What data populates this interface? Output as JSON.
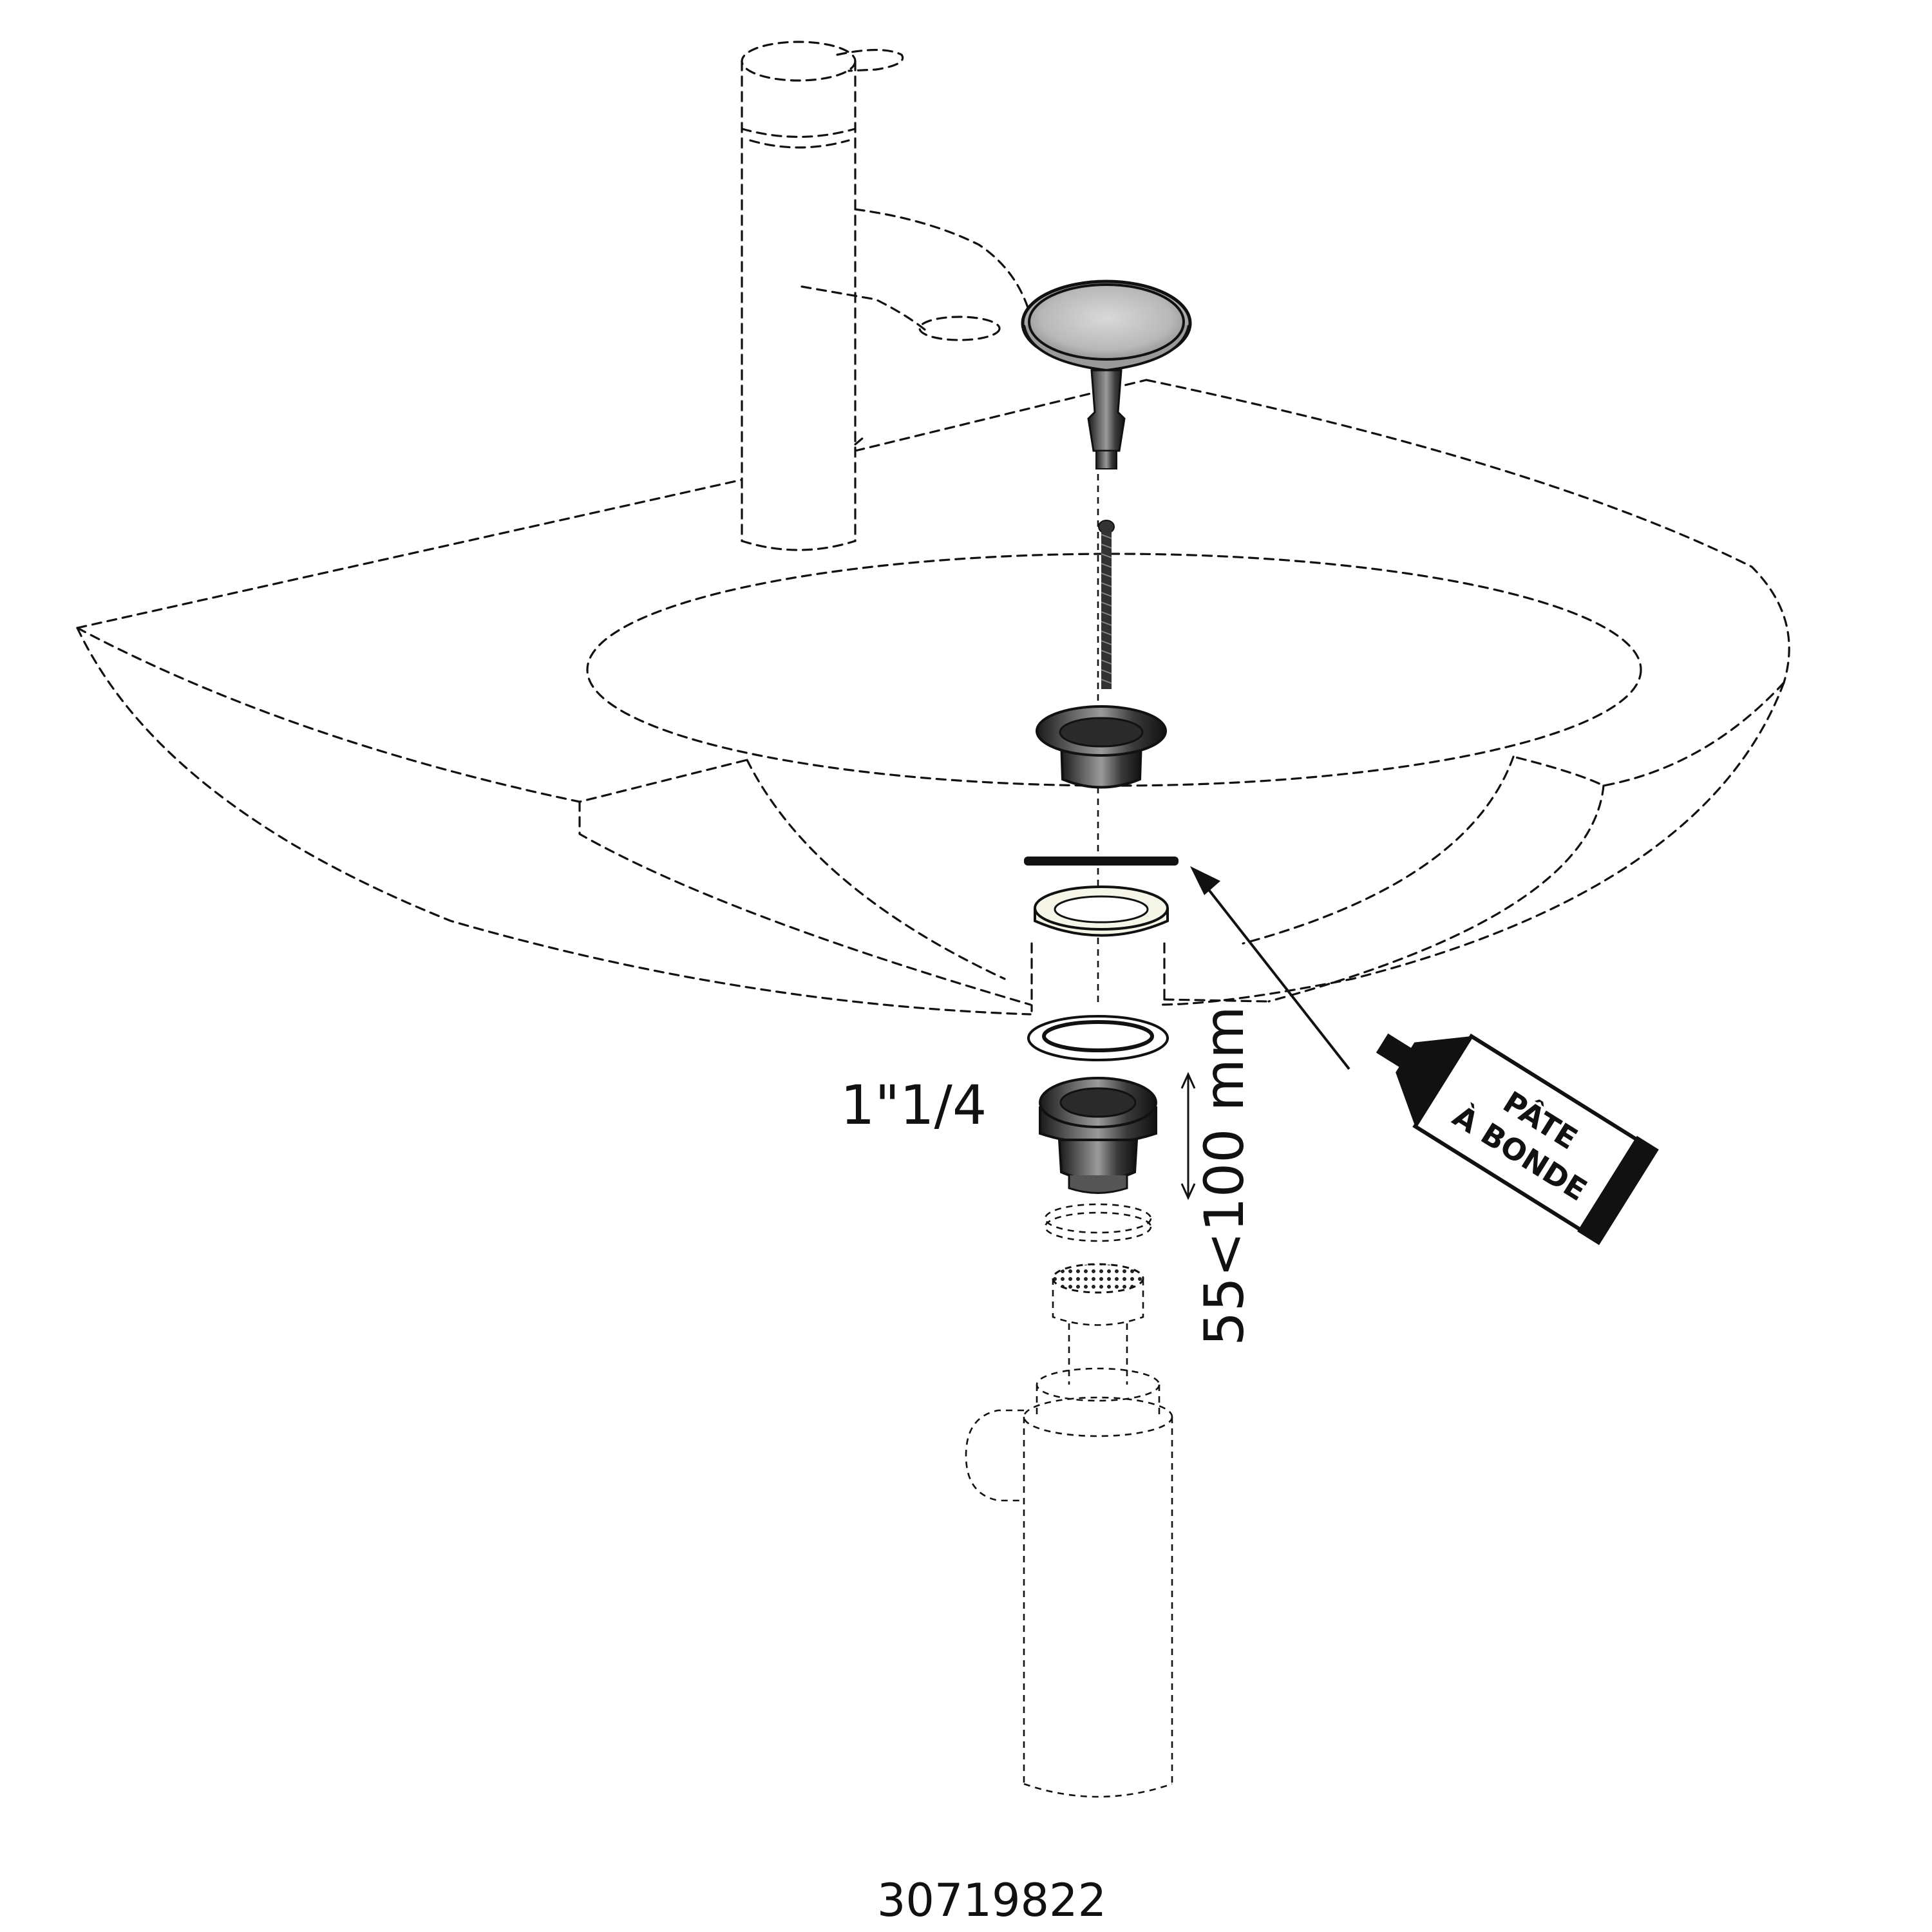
{
  "diagram": {
    "thread_size_label": "1\"1/4",
    "height_range_label": "55<100 mm",
    "paste_tube": {
      "line1": "PÂTE",
      "line2": "À BONDE"
    },
    "reference_number": "30719822"
  }
}
